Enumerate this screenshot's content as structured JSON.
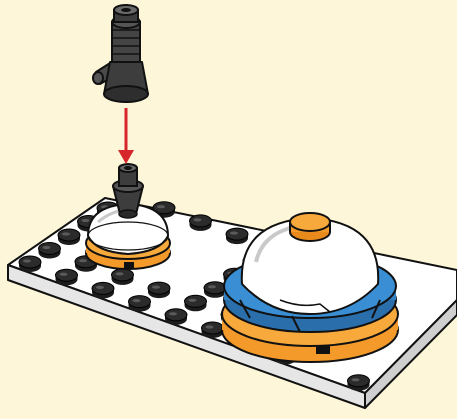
{
  "illustration": {
    "background_color": "#fdf6d8",
    "colors": {
      "plate": "#ffffff",
      "stud": "#1c1c1c",
      "outline": "#111111",
      "orange": "#f39a2b",
      "blue": "#2f7fc1",
      "dome": "#ffffff",
      "gray": "#3d3d3d",
      "arrow": "#d6262b"
    },
    "parts": [
      {
        "name": "gray-connector-piece",
        "icon": "lever-piece-icon"
      },
      {
        "name": "assembly-arrow",
        "icon": "down-arrow-icon"
      },
      {
        "name": "small-white-dome-assembly",
        "icon": "small-dome-icon"
      },
      {
        "name": "large-dome-assembly",
        "icon": "large-dome-icon"
      },
      {
        "name": "white-base-plate",
        "icon": "plate-icon"
      }
    ]
  }
}
